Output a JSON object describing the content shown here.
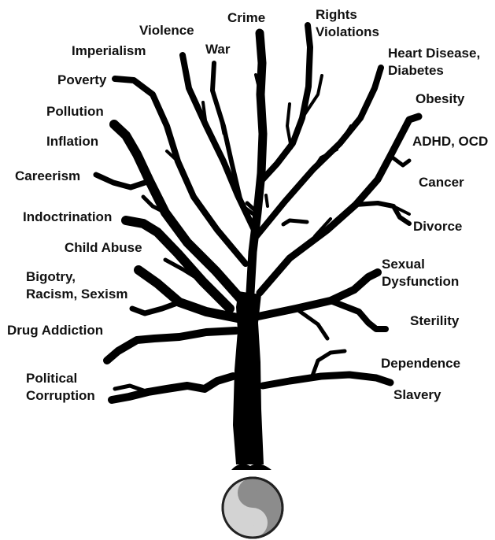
{
  "diagram": {
    "labels": {
      "crime": "Crime",
      "rights_violations": [
        "Rights",
        "Violations"
      ],
      "violence": "Violence",
      "war": "War",
      "imperialism": "Imperialism",
      "heart_disease": [
        "Heart Disease,",
        "Diabetes"
      ],
      "poverty": "Poverty",
      "obesity": "Obesity",
      "pollution": "Pollution",
      "inflation": "Inflation",
      "adhd_ocd": "ADHD, OCD",
      "careerism": "Careerism",
      "cancer": "Cancer",
      "indoctrination": "Indoctrination",
      "divorce": "Divorce",
      "child_abuse": "Child Abuse",
      "sexual_dysfunction": [
        "Sexual",
        "Dysfunction"
      ],
      "bigotry": [
        "Bigotry,",
        "Racism, Sexism"
      ],
      "sterility": "Sterility",
      "drug_addiction": "Drug Addiction",
      "dependence": "Dependence",
      "political_corruption": [
        "Political",
        "Corruption"
      ],
      "slavery": "Slavery"
    },
    "colors": {
      "tree": "#000000",
      "text": "#111111",
      "yin_yang_light": "#d3d3d3",
      "yin_yang_dark": "#8c8c8c",
      "yin_yang_outline": "#222222"
    },
    "icon": "yin-yang-icon"
  }
}
